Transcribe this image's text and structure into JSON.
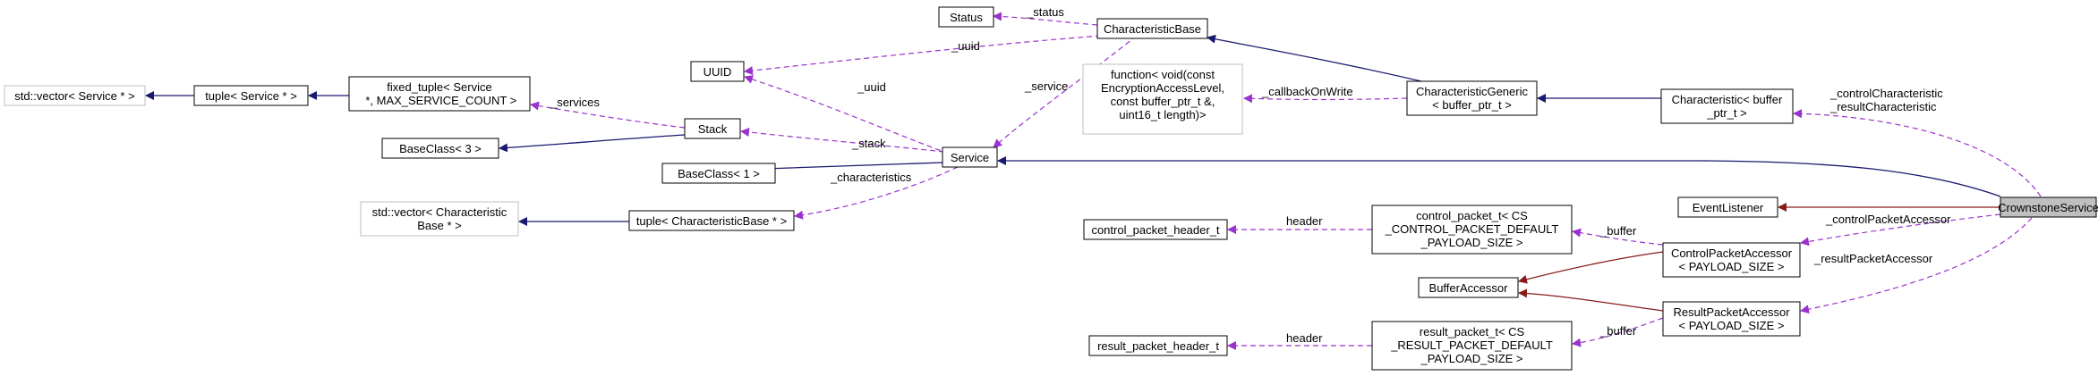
{
  "diagram": {
    "nodes": {
      "status": [
        "Status"
      ],
      "characteristic_base": [
        "CharacteristicBase"
      ],
      "uuid": [
        "UUID"
      ],
      "function_cb": [
        "function< void(const",
        "EncryptionAccessLevel,",
        "const buffer_ptr_t &,",
        "uint16_t length)>"
      ],
      "characteristic_generic": [
        "CharacteristicGeneric",
        "< buffer_ptr_t >"
      ],
      "characteristic_buffer": [
        "Characteristic< buffer",
        "_ptr_t >"
      ],
      "vector_service": [
        "std::vector< Service * >"
      ],
      "tuple_service": [
        "tuple< Service * >"
      ],
      "fixed_tuple": [
        "fixed_tuple< Service",
        " *, MAX_SERVICE_COUNT >"
      ],
      "stack": [
        "Stack"
      ],
      "baseclass3": [
        "BaseClass< 3 >"
      ],
      "baseclass1": [
        "BaseClass< 1 >"
      ],
      "service": [
        "Service"
      ],
      "vector_char": [
        "std::vector< Characteristic",
        "Base * >"
      ],
      "tuple_char": [
        "tuple< CharacteristicBase * >"
      ],
      "event_listener": [
        "EventListener"
      ],
      "crownstone_service": [
        "CrownstoneService"
      ],
      "control_header": [
        "control_packet_header_t"
      ],
      "control_packet": [
        "control_packet_t< CS",
        "_CONTROL_PACKET_DEFAULT",
        "_PAYLOAD_SIZE >"
      ],
      "control_accessor": [
        "ControlPacketAccessor",
        "< PAYLOAD_SIZE >"
      ],
      "buffer_accessor": [
        "BufferAccessor"
      ],
      "result_accessor": [
        "ResultPacketAccessor",
        "< PAYLOAD_SIZE >"
      ],
      "result_header": [
        "result_packet_header_t"
      ],
      "result_packet": [
        "result_packet_t< CS",
        "_RESULT_PACKET_DEFAULT",
        "_PAYLOAD_SIZE >"
      ]
    },
    "edge_labels": {
      "status": [
        "_status"
      ],
      "uuid_base": [
        "_uuid"
      ],
      "uuid_service": [
        "_uuid"
      ],
      "service_base": [
        "_service"
      ],
      "callback": [
        "_callbackOnWrite"
      ],
      "services": [
        "_services"
      ],
      "stack": [
        "_stack"
      ],
      "characteristics": [
        "_characteristics"
      ],
      "control_result_char": [
        "_controlCharacteristic",
        "_resultCharacteristic"
      ],
      "control_accessor": [
        "_controlPacketAccessor"
      ],
      "result_accessor": [
        "_resultPacketAccessor"
      ],
      "control_header": [
        "header"
      ],
      "result_header": [
        "header"
      ],
      "control_buffer": [
        "_buffer"
      ],
      "result_buffer": [
        "_buffer"
      ]
    },
    "colors": {
      "inheritance": "#191970",
      "public_inheritance": "#8b1a1a",
      "usage": "#9a32cd",
      "focus_fill": "#bfbfbf",
      "undocumented_border": "#bfbfbf"
    }
  }
}
